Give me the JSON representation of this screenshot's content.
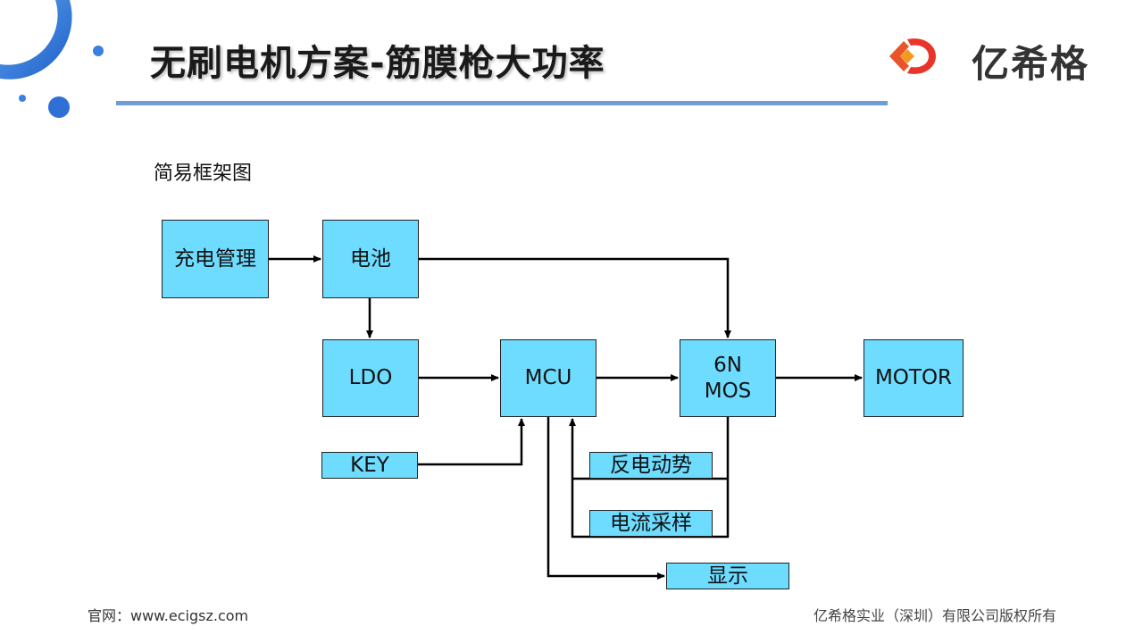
{
  "header": {
    "title": "无刷电机方案-筋膜枪大功率",
    "brand_name": "亿希格"
  },
  "diagram": {
    "subtitle": "简易框架图",
    "blocks": {
      "charge": "充电管理",
      "battery": "电池",
      "ldo": "LDO",
      "mcu": "MCU",
      "mos_line1": "6N",
      "mos_line2": "MOS",
      "motor": "MOTOR",
      "key": "KEY",
      "back_emf": "反电动势",
      "current_sense": "电流采样",
      "display": "显示"
    }
  },
  "footer": {
    "website": "官网：www.ecigsz.com",
    "copyright": "亿希格实业（深圳）有限公司版权所有"
  },
  "colors": {
    "block_fill": "#6ddcff",
    "rule": "#6e9dd4",
    "deco_blue": "#2f6fd6",
    "brand_orange": "#e8552a"
  },
  "icons": [
    "decorative-arc-icon",
    "brand-logo-icon"
  ]
}
